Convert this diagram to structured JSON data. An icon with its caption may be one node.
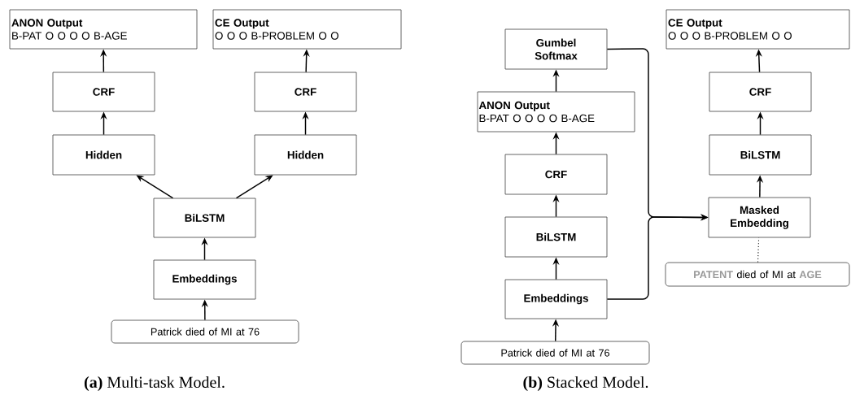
{
  "diagram": {
    "nodes": [
      {
        "text": [
          "ANON Output",
          "B-PAT O O O O B-AGE"
        ]
      },
      {
        "text": [
          "CE Output",
          "O O O B-PROBLEM O O"
        ]
      },
      {
        "text": [
          "CRF"
        ]
      },
      {
        "text": [
          "CRF"
        ]
      },
      {
        "text": [
          "Hidden"
        ]
      },
      {
        "text": [
          "Hidden"
        ]
      },
      {
        "text": [
          "BiLSTM"
        ]
      },
      {
        "text": [
          "Embeddings"
        ]
      },
      {
        "text": [
          "Patrick died of MI at 76"
        ]
      },
      {
        "text": [
          "Gumbel Softmax"
        ]
      },
      {
        "text": [
          "ANON Output",
          "B-PAT O O O O B-AGE"
        ]
      },
      {
        "text": [
          "CRF"
        ]
      },
      {
        "text": [
          "BiLSTM"
        ]
      },
      {
        "text": [
          "Embeddings"
        ]
      },
      {
        "text": [
          "Patrick died of MI at 76"
        ]
      },
      {
        "text": [
          "CE Output",
          "O O O B-PROBLEM O O"
        ]
      },
      {
        "text": [
          "CRF"
        ]
      },
      {
        "text": [
          "BiLSTM"
        ]
      },
      {
        "text": [
          "Masked Embedding"
        ]
      },
      {
        "text": [
          "**PATENT** died of MI at **AGE**"
        ]
      }
    ],
    "edges": [
      {
        "from": 2,
        "to": 0,
        "arrow": "to"
      },
      {
        "from": 3,
        "to": 1,
        "arrow": "to"
      },
      {
        "from": 4,
        "to": 2,
        "arrow": "to"
      },
      {
        "from": 5,
        "to": 3,
        "arrow": "to"
      },
      {
        "from": 6,
        "to": 4,
        "arrow": "to"
      },
      {
        "from": 6,
        "to": 5,
        "arrow": "to"
      },
      {
        "from": 7,
        "to": 6,
        "arrow": "to"
      },
      {
        "from": 8,
        "to": 7,
        "arrow": "to"
      },
      {
        "from": 10,
        "to": 9,
        "arrow": "to"
      },
      {
        "from": 11,
        "to": 10,
        "arrow": "to"
      },
      {
        "from": 12,
        "to": 11,
        "arrow": "to"
      },
      {
        "from": 13,
        "to": 12,
        "arrow": "to"
      },
      {
        "from": 14,
        "to": 13,
        "arrow": "to"
      },
      {
        "from": 9,
        "to": 18,
        "arrow": "to"
      },
      {
        "from": 13,
        "to": 18,
        "arrow": "to"
      },
      {
        "from": 18,
        "to": 17,
        "arrow": "to"
      },
      {
        "from": 17,
        "to": 16,
        "arrow": "to"
      },
      {
        "from": 16,
        "to": 15,
        "arrow": "to"
      },
      {
        "from": 19,
        "to": 18,
        "arrow": "none",
        "style": "dashed"
      }
    ],
    "labels": [
      "**(a)** Multi-task Model.",
      "**(b)** Stacked Model."
    ]
  }
}
